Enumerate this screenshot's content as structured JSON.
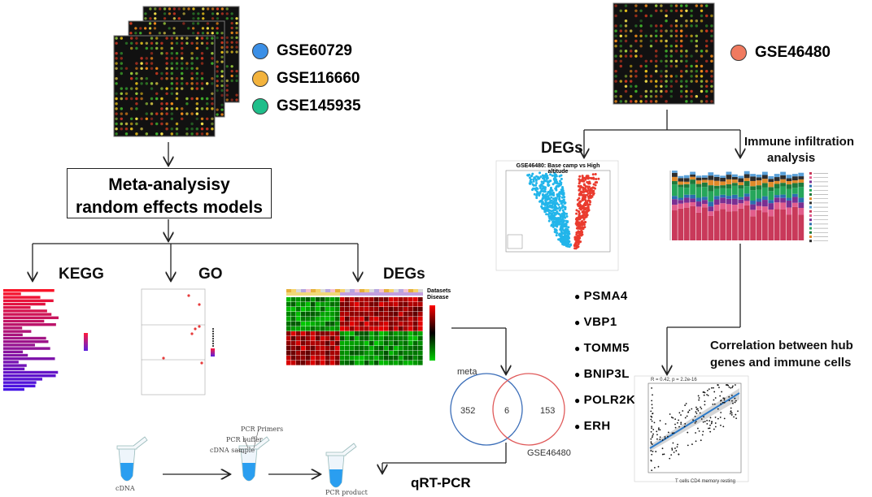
{
  "datasets": {
    "meta": [
      {
        "id": "GSE60729",
        "color": "#3b8fe6"
      },
      {
        "id": "GSE116660",
        "color": "#f3b33d"
      },
      {
        "id": "GSE145935",
        "color": "#1fbe8a"
      }
    ],
    "validation": {
      "id": "GSE46480",
      "color": "#f07a5f"
    }
  },
  "meta_box": {
    "line1": "Meta-analysisy",
    "line2": "random effects models"
  },
  "branches": {
    "kegg": "KEGG",
    "go": "GO",
    "degs": "DEGs"
  },
  "right": {
    "degs": "DEGs",
    "immune_line1": "Immune infiltration",
    "immune_line2": "analysis",
    "volcano_title": "GSE46480: Base camp vs High altitude",
    "correlation_line1": "Correlation between hub",
    "correlation_line2": "genes and immune cells",
    "correlation_stat": "R = 0.42, p = 2.2e-16",
    "correlation_xlabel": "T cells CD4 memory resting"
  },
  "hub_genes": [
    "PSMA4",
    "VBP1",
    "TOMM5",
    "BNIP3L",
    "POLR2K",
    "ERH"
  ],
  "venn": {
    "left_label": "meta",
    "right_label": "GSE46480",
    "left_only": "352",
    "overlap": "6",
    "right_only": "153"
  },
  "qpcr": {
    "label": "qRT-PCR",
    "cdna": "cDNA",
    "pcr_buffer": "PCR buffer",
    "pcr_primers": "PCR Primers",
    "cdna_sample": "cDNA sample",
    "pcr_product": "PCR product"
  },
  "heatmap_legend": {
    "a": "Datasets",
    "b": "Disease"
  }
}
